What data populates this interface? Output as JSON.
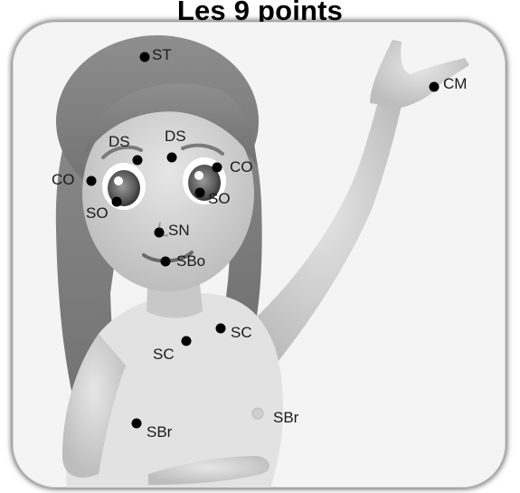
{
  "title": "Les 9 points",
  "points": [
    {
      "code": "ST"
    },
    {
      "code": "CM"
    },
    {
      "code": "DS"
    },
    {
      "code": "DS"
    },
    {
      "code": "CO"
    },
    {
      "code": "CO"
    },
    {
      "code": "SO"
    },
    {
      "code": "SO"
    },
    {
      "code": "SN"
    },
    {
      "code": "SBo"
    },
    {
      "code": "SC"
    },
    {
      "code": "SC"
    },
    {
      "code": "SBr"
    },
    {
      "code": "SBr"
    }
  ]
}
